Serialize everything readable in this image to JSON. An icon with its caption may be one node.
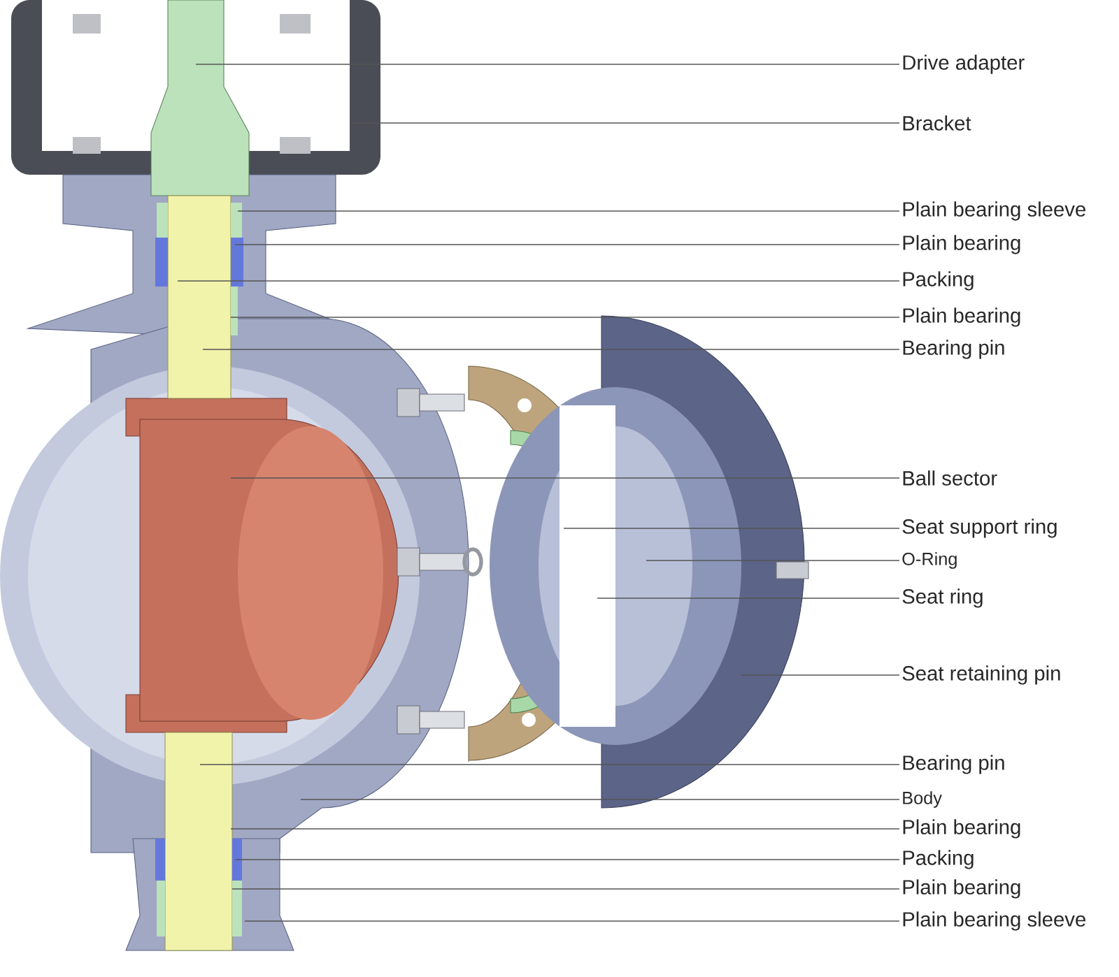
{
  "diagram": {
    "nodes": [
      {
        "text": [
          "Drive adapter"
        ]
      },
      {
        "text": [
          "Bracket"
        ]
      },
      {
        "text": [
          "Plain bearing sleeve"
        ]
      },
      {
        "text": [
          "Plain bearing"
        ]
      },
      {
        "text": [
          "Packing"
        ]
      },
      {
        "text": [
          "Plain bearing"
        ]
      },
      {
        "text": [
          "Bearing pin"
        ]
      },
      {
        "text": [
          "Ball sector"
        ]
      },
      {
        "text": [
          "Seat support ring"
        ]
      },
      {
        "text": [
          "O-Ring"
        ]
      },
      {
        "text": [
          "Seat ring"
        ]
      },
      {
        "text": [
          "Seat retaining pin"
        ]
      },
      {
        "text": [
          "Bearing pin"
        ]
      },
      {
        "text": [
          "Body"
        ]
      },
      {
        "text": [
          "Plain bearing"
        ]
      },
      {
        "text": [
          "Packing"
        ]
      },
      {
        "text": [
          "Plain bearing"
        ]
      },
      {
        "text": [
          "Plain bearing sleeve"
        ]
      }
    ],
    "edges": [
      {
        "from": 0,
        "to": null,
        "arrow": "none"
      },
      {
        "from": 1,
        "to": null,
        "arrow": "none"
      },
      {
        "from": 2,
        "to": null,
        "arrow": "none"
      },
      {
        "from": 3,
        "to": null,
        "arrow": "none"
      },
      {
        "from": 4,
        "to": null,
        "arrow": "none"
      },
      {
        "from": 5,
        "to": null,
        "arrow": "none"
      },
      {
        "from": 6,
        "to": null,
        "arrow": "none"
      },
      {
        "from": 7,
        "to": null,
        "arrow": "none"
      },
      {
        "from": 8,
        "to": null,
        "arrow": "none"
      },
      {
        "from": 9,
        "to": null,
        "arrow": "none"
      },
      {
        "from": 10,
        "to": null,
        "arrow": "none"
      },
      {
        "from": 11,
        "to": null,
        "arrow": "none"
      },
      {
        "from": 12,
        "to": null,
        "arrow": "none"
      },
      {
        "from": 13,
        "to": null,
        "arrow": "none"
      },
      {
        "from": 14,
        "to": null,
        "arrow": "none"
      },
      {
        "from": 15,
        "to": null,
        "arrow": "none"
      },
      {
        "from": 16,
        "to": null,
        "arrow": "none"
      },
      {
        "from": 17,
        "to": null,
        "arrow": "none"
      }
    ]
  }
}
